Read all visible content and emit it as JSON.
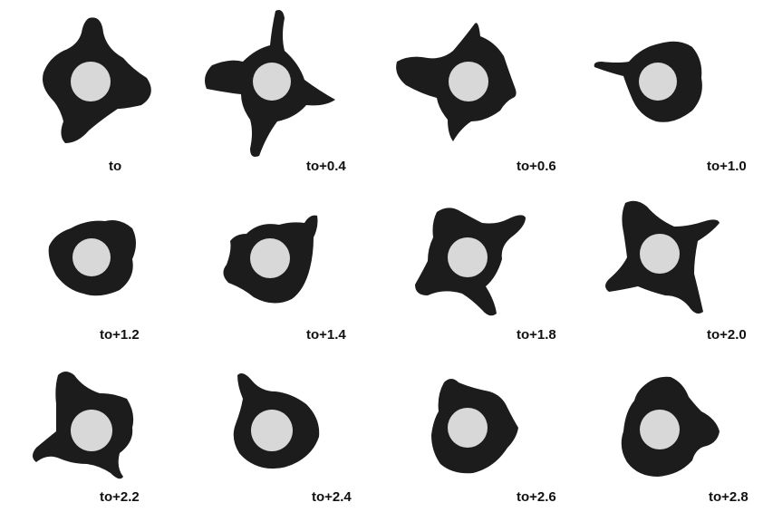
{
  "figure": {
    "panels": [
      {
        "label": "to"
      },
      {
        "label": "to+0.4"
      },
      {
        "label": "to+0.6"
      },
      {
        "label": "to+1.0"
      },
      {
        "label": "to+1.2"
      },
      {
        "label": "to+1.4"
      },
      {
        "label": "to+1.8"
      },
      {
        "label": "to+2.0"
      },
      {
        "label": "to+2.2"
      },
      {
        "label": "to+2.4"
      },
      {
        "label": "to+2.6"
      },
      {
        "label": "to+2.8"
      }
    ],
    "colors": {
      "background": "#ffffff",
      "shape_fill": "#1c1c1c",
      "core_fill": "#d8d8d8",
      "label": "#111111"
    }
  }
}
